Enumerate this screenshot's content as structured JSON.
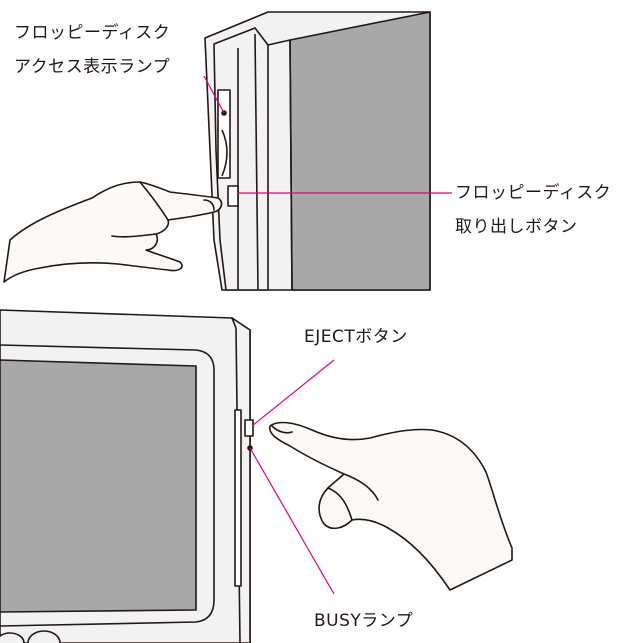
{
  "figures": {
    "top": {
      "labels": {
        "floppy_access_lamp": [
          "フロッピーディスク",
          "アクセス表示ランプ"
        ],
        "floppy_eject_button": [
          "フロッピーディスク",
          "取り出しボタン"
        ]
      }
    },
    "bottom": {
      "labels": {
        "eject_button": "EJECTボタン",
        "busy_lamp": "BUSYランプ"
      }
    }
  },
  "colors": {
    "leader_line": "#e4007f",
    "outline": "#231815",
    "screen": "#a8a8a8",
    "bezel": "#f2f2f2"
  }
}
